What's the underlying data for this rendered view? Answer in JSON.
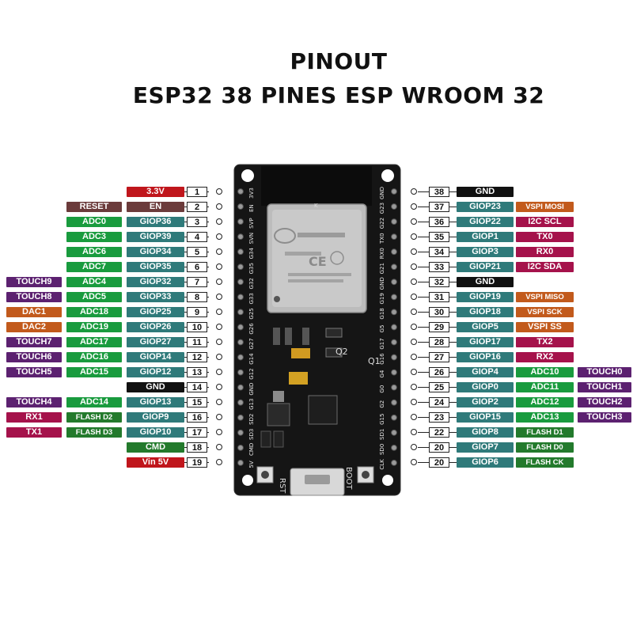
{
  "title": {
    "line1": "PINOUT",
    "line2": "ESP32 38 PINES ESP WROOM 32"
  },
  "colors": {
    "red": "#c0161c",
    "brown": "#6b3b3b",
    "teal": "#2f7a7a",
    "green": "#199b3e",
    "purple": "#5c2170",
    "orange": "#c25a1c",
    "magenta": "#a5124b",
    "black": "#111111",
    "darkgreen": "#237a2c"
  },
  "board": {
    "left_silk": [
      "3V3",
      "EN",
      "SVP",
      "SVN",
      "G34",
      "G35",
      "G32",
      "G33",
      "G25",
      "G26",
      "G27",
      "G14",
      "G12",
      "GND",
      "G13",
      "SD2",
      "SD3",
      "CMD",
      "5V"
    ],
    "right_silk": [
      "GND",
      "G23",
      "G22",
      "TX0",
      "RX0",
      "G21",
      "GND",
      "G19",
      "G18",
      "G5",
      "G17",
      "G16",
      "G4",
      "G0",
      "G2",
      "G15",
      "SD1",
      "SD0",
      "CLK"
    ],
    "rst_label": "RST",
    "boot_label": "BOOT",
    "q_label1": "Q2",
    "q_label2": "Q1",
    "module_mark": "K"
  },
  "left_pins": [
    {
      "num": "1",
      "labels": [
        {
          "text": "3.3V",
          "c": "red"
        }
      ]
    },
    {
      "num": "2",
      "labels": [
        {
          "text": "RESET",
          "c": "brown"
        },
        {
          "text": "EN",
          "c": "brown"
        }
      ]
    },
    {
      "num": "3",
      "labels": [
        {
          "text": "ADC0",
          "c": "green"
        },
        {
          "text": "GIOP36",
          "c": "teal"
        }
      ]
    },
    {
      "num": "4",
      "labels": [
        {
          "text": "ADC3",
          "c": "green"
        },
        {
          "text": "GIOP39",
          "c": "teal"
        }
      ]
    },
    {
      "num": "5",
      "labels": [
        {
          "text": "ADC6",
          "c": "green"
        },
        {
          "text": "GIOP34",
          "c": "teal"
        }
      ]
    },
    {
      "num": "6",
      "labels": [
        {
          "text": "ADC7",
          "c": "green"
        },
        {
          "text": "GIOP35",
          "c": "teal"
        }
      ]
    },
    {
      "num": "7",
      "labels": [
        {
          "text": "TOUCH9",
          "c": "purple"
        },
        {
          "text": "ADC4",
          "c": "green"
        },
        {
          "text": "GIOP32",
          "c": "teal"
        }
      ]
    },
    {
      "num": "8",
      "labels": [
        {
          "text": "TOUCH8",
          "c": "purple"
        },
        {
          "text": "ADC5",
          "c": "green"
        },
        {
          "text": "GIOP33",
          "c": "teal"
        }
      ]
    },
    {
      "num": "9",
      "labels": [
        {
          "text": "DAC1",
          "c": "orange"
        },
        {
          "text": "ADC18",
          "c": "green"
        },
        {
          "text": "GIOP25",
          "c": "teal"
        }
      ]
    },
    {
      "num": "10",
      "labels": [
        {
          "text": "DAC2",
          "c": "orange"
        },
        {
          "text": "ADC19",
          "c": "green"
        },
        {
          "text": "GIOP26",
          "c": "teal"
        }
      ]
    },
    {
      "num": "11",
      "labels": [
        {
          "text": "TOUCH7",
          "c": "purple"
        },
        {
          "text": "ADC17",
          "c": "green"
        },
        {
          "text": "GIOP27",
          "c": "teal"
        }
      ]
    },
    {
      "num": "12",
      "labels": [
        {
          "text": "TOUCH6",
          "c": "purple"
        },
        {
          "text": "ADC16",
          "c": "green"
        },
        {
          "text": "GIOP14",
          "c": "teal"
        }
      ]
    },
    {
      "num": "13",
      "labels": [
        {
          "text": "TOUCH5",
          "c": "purple"
        },
        {
          "text": "ADC15",
          "c": "green"
        },
        {
          "text": "GIOP12",
          "c": "teal"
        }
      ]
    },
    {
      "num": "14",
      "labels": [
        {
          "text": "GND",
          "c": "black"
        }
      ]
    },
    {
      "num": "15",
      "labels": [
        {
          "text": "TOUCH4",
          "c": "purple"
        },
        {
          "text": "ADC14",
          "c": "green"
        },
        {
          "text": "GIOP13",
          "c": "teal"
        }
      ]
    },
    {
      "num": "16",
      "labels": [
        {
          "text": "RX1",
          "c": "magenta"
        },
        {
          "text": "FLASH D2",
          "c": "darkgreen"
        },
        {
          "text": "GIOP9",
          "c": "teal"
        }
      ]
    },
    {
      "num": "17",
      "labels": [
        {
          "text": "TX1",
          "c": "magenta"
        },
        {
          "text": "FLASH D3",
          "c": "darkgreen"
        },
        {
          "text": "GIOP10",
          "c": "teal"
        }
      ]
    },
    {
      "num": "18",
      "labels": [
        {
          "text": "CMD",
          "c": "darkgreen"
        }
      ]
    },
    {
      "num": "19",
      "labels": [
        {
          "text": "Vin 5V",
          "c": "red"
        }
      ]
    }
  ],
  "right_pins": [
    {
      "num": "38",
      "labels": [
        {
          "text": "GND",
          "c": "black"
        }
      ]
    },
    {
      "num": "37",
      "labels": [
        {
          "text": "GIOP23",
          "c": "teal"
        },
        {
          "text": "VSPI MOSI",
          "c": "orange"
        }
      ]
    },
    {
      "num": "36",
      "labels": [
        {
          "text": "GIOP22",
          "c": "teal"
        },
        {
          "text": "I2C SCL",
          "c": "magenta"
        }
      ]
    },
    {
      "num": "35",
      "labels": [
        {
          "text": "GIOP1",
          "c": "teal"
        },
        {
          "text": "TX0",
          "c": "magenta"
        }
      ]
    },
    {
      "num": "34",
      "labels": [
        {
          "text": "GIOP3",
          "c": "teal"
        },
        {
          "text": "RX0",
          "c": "magenta"
        }
      ]
    },
    {
      "num": "33",
      "labels": [
        {
          "text": "GIOP21",
          "c": "teal"
        },
        {
          "text": "I2C SDA",
          "c": "magenta"
        }
      ]
    },
    {
      "num": "32",
      "labels": [
        {
          "text": "GND",
          "c": "black"
        }
      ]
    },
    {
      "num": "31",
      "labels": [
        {
          "text": "GIOP19",
          "c": "teal"
        },
        {
          "text": "VSPI MISO",
          "c": "orange"
        }
      ]
    },
    {
      "num": "30",
      "labels": [
        {
          "text": "GIOP18",
          "c": "teal"
        },
        {
          "text": "VSPI SCK",
          "c": "orange"
        }
      ]
    },
    {
      "num": "29",
      "labels": [
        {
          "text": "GIOP5",
          "c": "teal"
        },
        {
          "text": "VSPI SS",
          "c": "orange"
        }
      ]
    },
    {
      "num": "28",
      "labels": [
        {
          "text": "GIOP17",
          "c": "teal"
        },
        {
          "text": "TX2",
          "c": "magenta"
        }
      ]
    },
    {
      "num": "27",
      "labels": [
        {
          "text": "GIOP16",
          "c": "teal"
        },
        {
          "text": "RX2",
          "c": "magenta"
        }
      ]
    },
    {
      "num": "26",
      "labels": [
        {
          "text": "GIOP4",
          "c": "teal"
        },
        {
          "text": "ADC10",
          "c": "green"
        },
        {
          "text": "TOUCH0",
          "c": "purple"
        }
      ]
    },
    {
      "num": "25",
      "labels": [
        {
          "text": "GIOP0",
          "c": "teal"
        },
        {
          "text": "ADC11",
          "c": "green"
        },
        {
          "text": "TOUCH1",
          "c": "purple"
        }
      ]
    },
    {
      "num": "24",
      "labels": [
        {
          "text": "GIOP2",
          "c": "teal"
        },
        {
          "text": "ADC12",
          "c": "green"
        },
        {
          "text": "TOUCH2",
          "c": "purple"
        }
      ]
    },
    {
      "num": "23",
      "labels": [
        {
          "text": "GIOP15",
          "c": "teal"
        },
        {
          "text": "ADC13",
          "c": "green"
        },
        {
          "text": "TOUCH3",
          "c": "purple"
        }
      ]
    },
    {
      "num": "22",
      "labels": [
        {
          "text": "GIOP8",
          "c": "teal"
        },
        {
          "text": "FLASH D1",
          "c": "darkgreen"
        }
      ]
    },
    {
      "num": "20",
      "labels": [
        {
          "text": "GIOP7",
          "c": "teal"
        },
        {
          "text": "FLASH D0",
          "c": "darkgreen"
        }
      ]
    },
    {
      "num": "20",
      "labels": [
        {
          "text": "GIOP6",
          "c": "teal"
        },
        {
          "text": "FLASH CK",
          "c": "darkgreen"
        }
      ]
    }
  ]
}
